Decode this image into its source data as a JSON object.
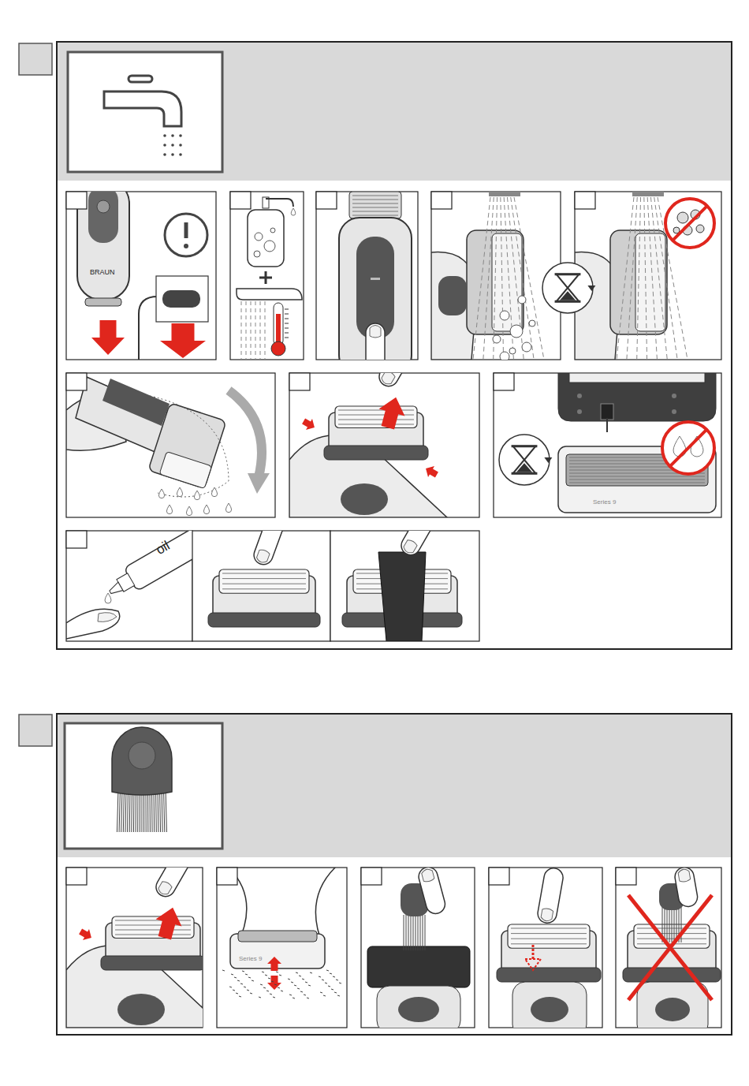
{
  "diagram": {
    "labels": [
      "BRAUN",
      "Series 9",
      "oil",
      "Series 9"
    ]
  }
}
